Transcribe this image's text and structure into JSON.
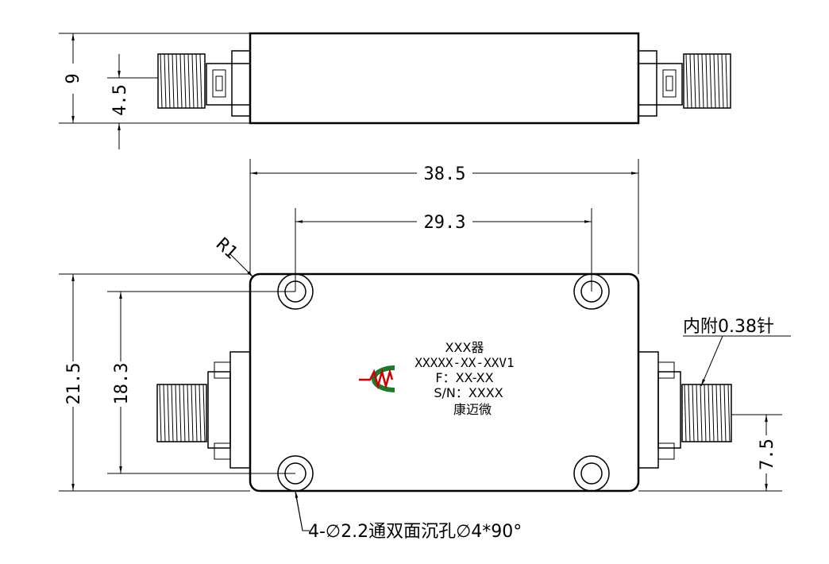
{
  "top_view": {
    "dims": {
      "height": "9",
      "center": "4.5"
    }
  },
  "front_view": {
    "dims": {
      "overall_width": "38.5",
      "hole_spacing_x": "29.3",
      "overall_height": "21.5",
      "hole_spacing_y": "18.3",
      "connector_offset": "7.5",
      "corner_radius": "R1"
    },
    "notes": {
      "pin_note": "内附0.38针",
      "hole_note": "4-∅2.2通双面沉孔∅4*90°"
    },
    "label": {
      "line1": "XXX器",
      "line2": "XXXXX-XX-XXV1",
      "line3": "F：XX-XX",
      "line4": "S/N：XXXX",
      "line5": "康迈微"
    },
    "logo": {
      "text": "MW",
      "text_color": "#cc0000",
      "ring_color": "#1b7a2c"
    }
  }
}
